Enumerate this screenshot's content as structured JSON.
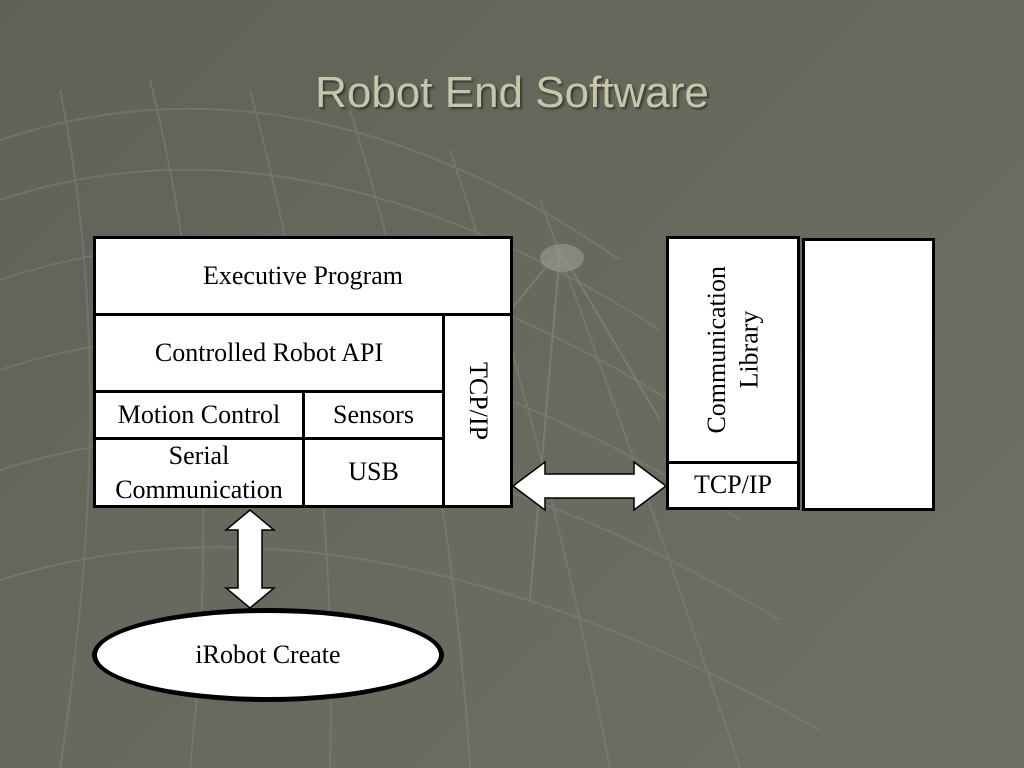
{
  "slide": {
    "title": "Robot End Software"
  },
  "robot_stack": {
    "executive_program": "Executive Program",
    "controlled_robot_api": "Controlled Robot API",
    "motion_control": "Motion Control",
    "sensors": "Sensors",
    "serial_communication": "Serial\nCommunication",
    "usb": "USB",
    "tcp_ip": "TCP/IP"
  },
  "remote_stack": {
    "communication_library": "Communication\nLibrary",
    "tcp_ip": "TCP/IP",
    "blank_panel": ""
  },
  "device": {
    "label": "iRobot Create"
  },
  "colors": {
    "background": "#666a5d",
    "title": "#c9c5a9",
    "box_fill": "#ffffff",
    "box_border": "#000000"
  }
}
